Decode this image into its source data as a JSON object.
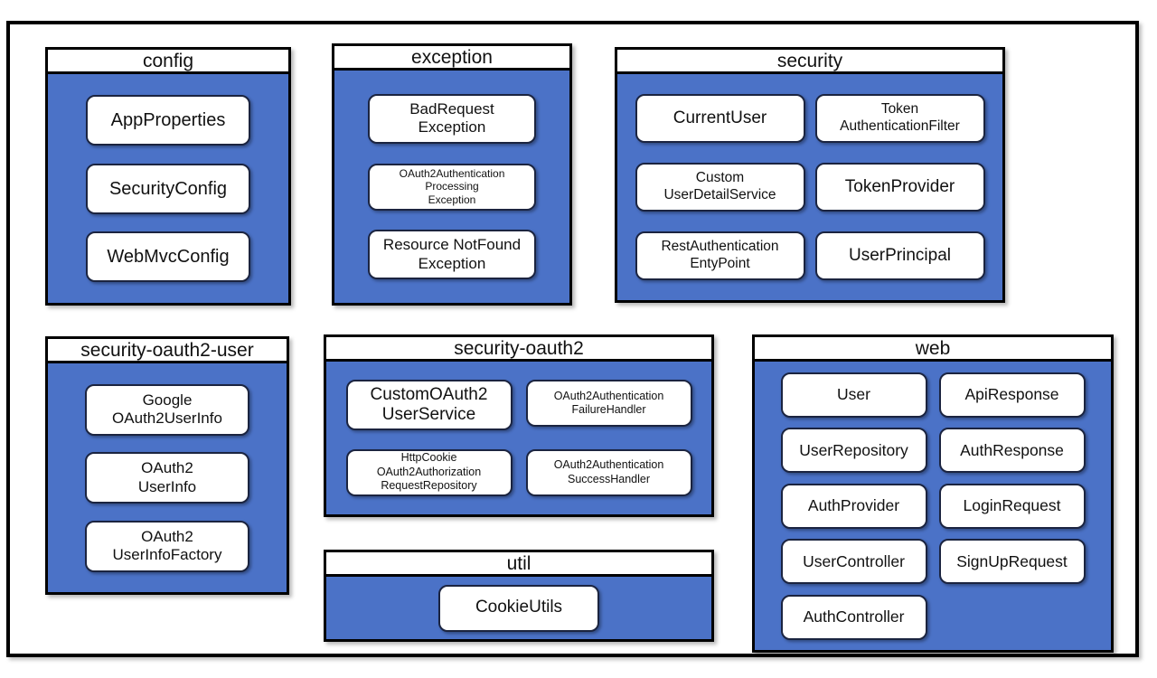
{
  "colors": {
    "package_fill": "#4b72c7",
    "package_border": "#000000",
    "class_box_fill": "#ffffff",
    "class_box_border": "#1b2440",
    "text": "#111111"
  },
  "packages": [
    {
      "id": "config",
      "title": "config",
      "items": [
        {
          "label": "AppProperties"
        },
        {
          "label": "SecurityConfig"
        },
        {
          "label": "WebMvcConfig"
        }
      ]
    },
    {
      "id": "exception",
      "title": "exception",
      "items": [
        {
          "label": "BadRequest\nException"
        },
        {
          "label": "OAuth2Authentication\nProcessing\nException"
        },
        {
          "label": "Resource NotFound\nException"
        }
      ]
    },
    {
      "id": "security",
      "title": "security",
      "items": [
        {
          "label": "CurrentUser"
        },
        {
          "label": "Token\nAuthenticationFilter"
        },
        {
          "label": "Custom\nUserDetailService"
        },
        {
          "label": "TokenProvider"
        },
        {
          "label": "RestAuthentication\nEntyPoint"
        },
        {
          "label": "UserPrincipal"
        }
      ]
    },
    {
      "id": "security-oauth2-user",
      "title": "security-oauth2-user",
      "items": [
        {
          "label": "Google\nOAuth2UserInfo"
        },
        {
          "label": "OAuth2\nUserInfo"
        },
        {
          "label": "OAuth2\nUserInfoFactory"
        }
      ]
    },
    {
      "id": "security-oauth2",
      "title": "security-oauth2",
      "items": [
        {
          "label": "CustomOAuth2\nUserService"
        },
        {
          "label": "OAuth2Authentication\nFailureHandler"
        },
        {
          "label": "HttpCookie\nOAuth2Authorization\nRequestRepository"
        },
        {
          "label": "OAuth2Authentication\nSuccessHandler"
        }
      ]
    },
    {
      "id": "util",
      "title": "util",
      "items": [
        {
          "label": "CookieUtils"
        }
      ]
    },
    {
      "id": "web",
      "title": "web",
      "items": [
        {
          "label": "User"
        },
        {
          "label": "ApiResponse"
        },
        {
          "label": "UserRepository"
        },
        {
          "label": "AuthResponse"
        },
        {
          "label": "AuthProvider"
        },
        {
          "label": "LoginRequest"
        },
        {
          "label": "UserController"
        },
        {
          "label": "SignUpRequest"
        },
        {
          "label": "AuthController"
        }
      ]
    }
  ]
}
